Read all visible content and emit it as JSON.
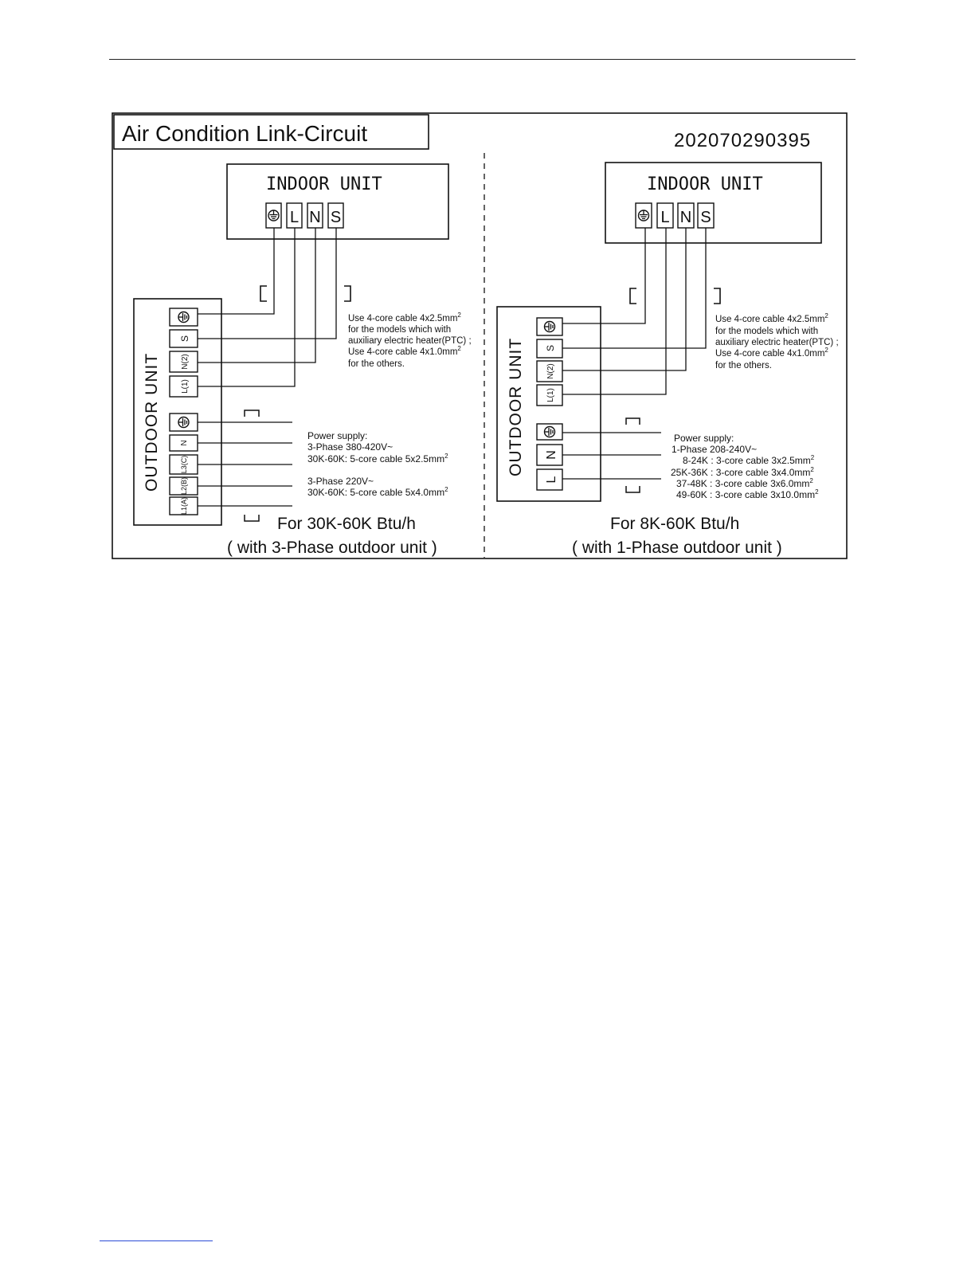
{
  "title": "Air Condition Link-Circuit",
  "code": "202070290395",
  "left": {
    "indoor_label": "INDOOR UNIT",
    "indoor_terminals": [
      "L",
      "N",
      "S"
    ],
    "outdoor_label": "OUTDOOR UNIT",
    "signal_terminals": [
      "S",
      "N(2)",
      "L(1)"
    ],
    "power_terminals": [
      "N",
      "L3(C)",
      "L2(B)",
      "L1(A)"
    ],
    "cable_note": [
      "Use 4-core cable  4x2.5mm",
      "for the models which with",
      "auxiliary electric heater(PTC) ;",
      "Use 4-core cable  4x1.0mm",
      "for the others."
    ],
    "power_note": [
      "Power supply:",
      "3-Phase 380-420V~",
      "30K-60K: 5-core cable  5x2.5mm",
      "3-Phase 220V~",
      "30K-60K: 5-core cable  5x4.0mm"
    ],
    "caption_line1": "For 30K-60K Btu/h",
    "caption_line2": "( with 3-Phase outdoor unit )"
  },
  "right": {
    "indoor_label": "INDOOR UNIT",
    "indoor_terminals": [
      "L",
      "N",
      "S"
    ],
    "outdoor_label": "OUTDOOR UNIT",
    "signal_terminals": [
      "S",
      "N(2)",
      "L(1)"
    ],
    "power_terminals": [
      "N",
      "L"
    ],
    "cable_note": [
      "Use 4-core cable  4x2.5mm",
      "for the models which with",
      "auxiliary electric heater(PTC) ;",
      "Use 4-core cable  4x1.0mm",
      "for the others."
    ],
    "power_note": [
      "Power supply:",
      "1-Phase 208-240V~",
      "8-24K : 3-core cable  3x2.5mm",
      "25K-36K : 3-core cable  3x4.0mm",
      "37-48K : 3-core cable  3x6.0mm",
      "49-60K : 3-core cable  3x10.0mm"
    ],
    "caption_line1": "For 8K-60K Btu/h",
    "caption_line2": "( with 1-Phase outdoor unit )"
  },
  "superscript": "2"
}
